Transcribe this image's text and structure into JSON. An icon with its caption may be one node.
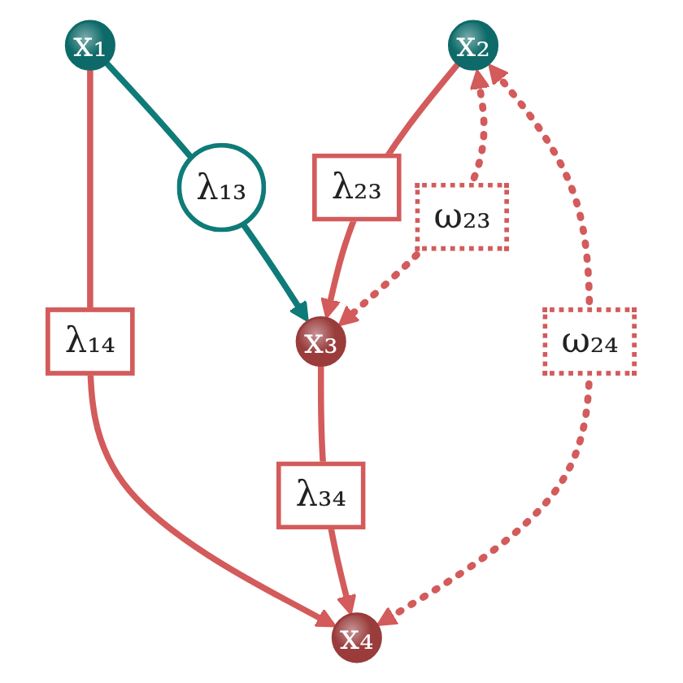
{
  "diagram": {
    "nodes": [
      {
        "text": [
          "x₁"
        ]
      },
      {
        "text": [
          "x₂"
        ]
      },
      {
        "text": [
          "x₃"
        ]
      },
      {
        "text": [
          "x₄"
        ]
      }
    ],
    "edges": [
      {
        "from": 0,
        "to": 2,
        "arrow": "to",
        "label": "λ₁₃",
        "color": "#0f7b78"
      },
      {
        "from": 0,
        "to": 3,
        "arrow": "to",
        "label": "λ₁₄"
      },
      {
        "from": 1,
        "to": 2,
        "arrow": "to",
        "label": "λ₂₃"
      },
      {
        "from": 2,
        "to": 3,
        "arrow": "to",
        "label": "λ₃₄"
      },
      {
        "from": 1,
        "to": 2,
        "arrow": "both",
        "label": "ω₂₃",
        "style": "dashed"
      },
      {
        "from": 1,
        "to": 3,
        "arrow": "both",
        "label": "ω₂₄",
        "style": "dashed"
      }
    ]
  }
}
